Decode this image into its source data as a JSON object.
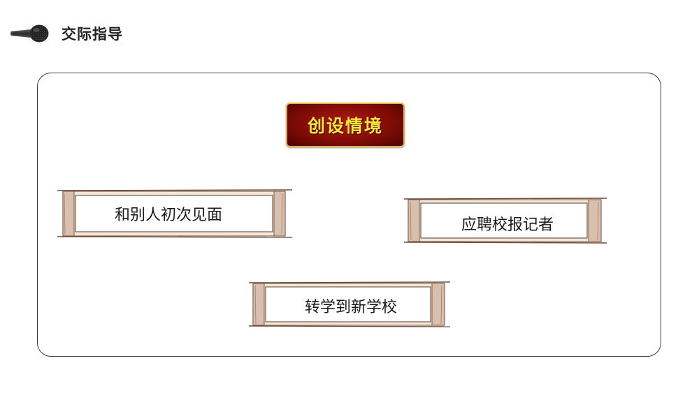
{
  "header": {
    "title": "交际指导",
    "icon": "microphone-icon"
  },
  "banner": {
    "text": "创设情境",
    "colors": {
      "fill": "#8a0f07",
      "border": "#e2b24a",
      "text": "#ffe83a"
    }
  },
  "scenarios": [
    {
      "label": "和别人初次见面"
    },
    {
      "label": "应聘校报记者"
    },
    {
      "label": "转学到新学校"
    }
  ]
}
